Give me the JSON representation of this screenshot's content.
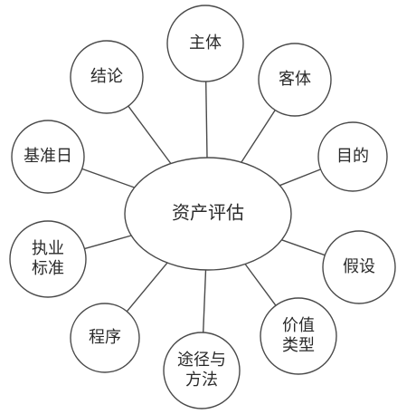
{
  "diagram": {
    "center": {
      "lines": [
        "资产评估"
      ]
    },
    "satellites": [
      {
        "id": "subject",
        "lines": [
          "主体"
        ]
      },
      {
        "id": "object",
        "lines": [
          "客体"
        ]
      },
      {
        "id": "purpose",
        "lines": [
          "目的"
        ]
      },
      {
        "id": "assumption",
        "lines": [
          "假设"
        ]
      },
      {
        "id": "value-type",
        "lines": [
          "价值",
          "类型"
        ]
      },
      {
        "id": "approach-method",
        "lines": [
          "途径与",
          "方法"
        ]
      },
      {
        "id": "procedure",
        "lines": [
          "程序"
        ]
      },
      {
        "id": "practice-standard",
        "lines": [
          "执业",
          "标准"
        ]
      },
      {
        "id": "base-date",
        "lines": [
          "基准日"
        ]
      },
      {
        "id": "conclusion",
        "lines": [
          "结论"
        ]
      }
    ]
  }
}
